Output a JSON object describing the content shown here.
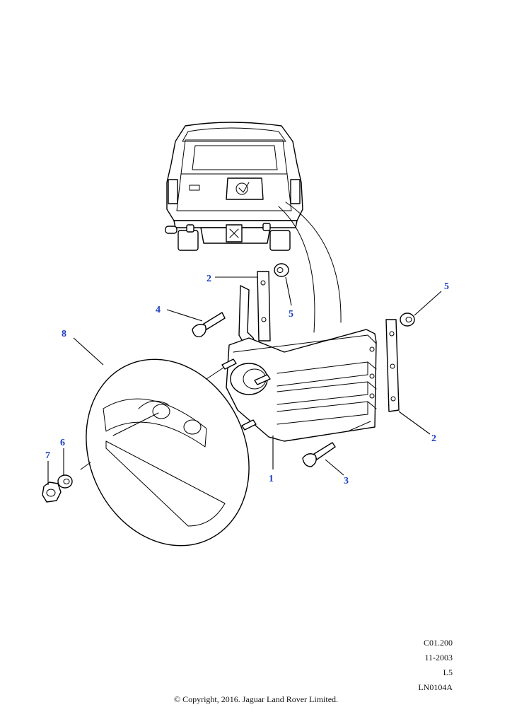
{
  "callouts": [
    {
      "id": "1",
      "label": "1"
    },
    {
      "id": "2a",
      "label": "2"
    },
    {
      "id": "2b",
      "label": "2"
    },
    {
      "id": "3",
      "label": "3"
    },
    {
      "id": "4",
      "label": "4"
    },
    {
      "id": "5a",
      "label": "5"
    },
    {
      "id": "5b",
      "label": "5"
    },
    {
      "id": "6",
      "label": "6"
    },
    {
      "id": "7",
      "label": "7"
    },
    {
      "id": "8",
      "label": "8"
    }
  ],
  "reference": {
    "section": "C01.200",
    "date": "11-2003",
    "code": "L5",
    "illustration": "LN0104A"
  },
  "copyright": "© Copyright, 2016. Jaguar Land Rover Limited.",
  "colors": {
    "callout": "#1f3fbf",
    "line": "#000000"
  }
}
